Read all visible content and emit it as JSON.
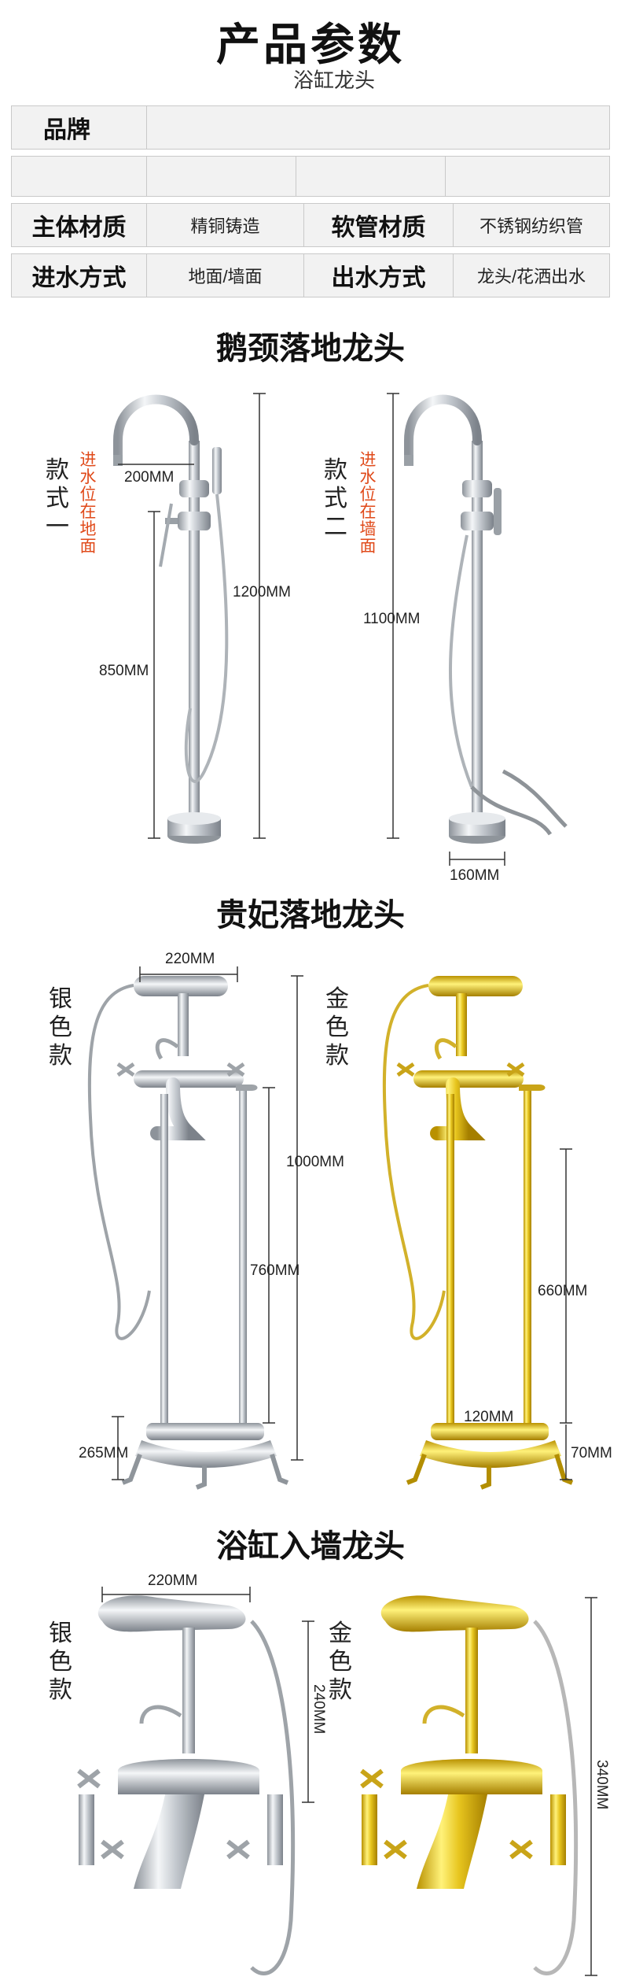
{
  "header": {
    "title": "产品参数",
    "subtitle": "浴缸龙头"
  },
  "specs": {
    "brand_label": "品牌",
    "row3": {
      "label1": "主体材质",
      "value1": "精铜铸造",
      "label2": "软管材质",
      "value2": "不锈钢纺织管"
    },
    "row4": {
      "label1": "进水方式",
      "value1": "地面/墙面",
      "label2": "出水方式",
      "value2": "龙头/花洒出水"
    }
  },
  "sections": {
    "gooseneck": {
      "title": "鹅颈落地龙头",
      "style1": {
        "label": "款式一",
        "note": "进水位在地面",
        "dims": [
          "200MM",
          "1200MM",
          "850MM"
        ]
      },
      "style2": {
        "label": "款式二",
        "note": "进水位在墙面",
        "dims": [
          "1100MM",
          "160MM"
        ]
      }
    },
    "consort": {
      "title": "贵妃落地龙头",
      "silver": {
        "label": "银色款",
        "dims": [
          "220MM",
          "1000MM",
          "760MM",
          "265MM"
        ]
      },
      "gold": {
        "label": "金色款",
        "dims": [
          "660MM",
          "120MM",
          "70MM"
        ]
      }
    },
    "wall": {
      "title": "浴缸入墙龙头",
      "silver": {
        "label": "银色款",
        "dims": [
          "220MM",
          "240MM"
        ]
      },
      "gold": {
        "label": "金色款",
        "dims": [
          "340MM"
        ]
      }
    }
  },
  "colors": {
    "chrome": "#b9bec4",
    "gold": "#e3c21c",
    "note_red": "#e04a1a",
    "table_bg": "#f2f2f2"
  }
}
